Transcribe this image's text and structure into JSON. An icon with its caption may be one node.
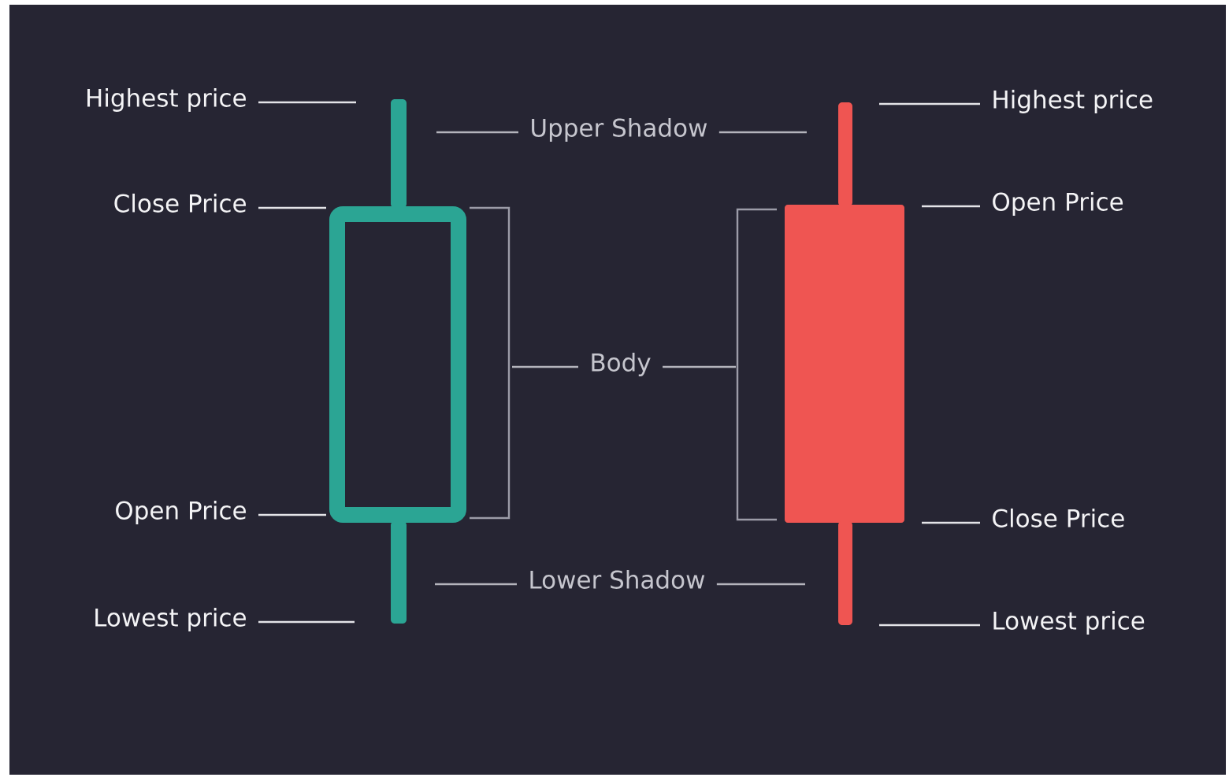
{
  "diagram": {
    "nodes": [
      {
        "text": [
          "Highest price"
        ]
      },
      {
        "text": [],
        "shape": "bar"
      },
      {
        "text": [
          "Upper Shadow"
        ]
      },
      {
        "text": [],
        "shape": "bar"
      },
      {
        "text": [
          "Highest price"
        ]
      },
      {
        "text": [
          "Close Price"
        ]
      },
      {
        "text": [],
        "shape": "box"
      },
      {
        "text": [],
        "shape": "bracket"
      },
      {
        "text": [
          "Body"
        ]
      },
      {
        "text": [],
        "shape": "bracket"
      },
      {
        "text": [],
        "shape": "box"
      },
      {
        "text": [
          "Open Price"
        ]
      },
      {
        "text": [
          "Open Price"
        ]
      },
      {
        "text": [
          "Close Price"
        ]
      },
      {
        "text": [],
        "shape": "bar"
      },
      {
        "text": [
          "Lower Shadow"
        ]
      },
      {
        "text": [],
        "shape": "bar"
      },
      {
        "text": [
          "Lowest price"
        ]
      },
      {
        "text": [
          "Lowest price"
        ]
      }
    ],
    "edges": [
      {
        "from": 0,
        "to": 1,
        "arrow": "none"
      },
      {
        "from": 2,
        "to": 1,
        "arrow": "none",
        "color": "#b4b4bc"
      },
      {
        "from": 2,
        "to": 3,
        "arrow": "none",
        "color": "#b4b4bc"
      },
      {
        "from": 4,
        "to": 3,
        "arrow": "none"
      },
      {
        "from": 5,
        "to": 6,
        "arrow": "none"
      },
      {
        "from": 8,
        "to": 7,
        "arrow": "none",
        "color": "#b4b4bc"
      },
      {
        "from": 8,
        "to": 9,
        "arrow": "none",
        "color": "#b4b4bc"
      },
      {
        "from": 11,
        "to": 10,
        "arrow": "none"
      },
      {
        "from": 12,
        "to": 6,
        "arrow": "none"
      },
      {
        "from": 13,
        "to": 10,
        "arrow": "none"
      },
      {
        "from": 15,
        "to": 14,
        "arrow": "none",
        "color": "#b4b4bc"
      },
      {
        "from": 15,
        "to": 16,
        "arrow": "none",
        "color": "#b4b4bc"
      },
      {
        "from": 17,
        "to": 14,
        "arrow": "none"
      },
      {
        "from": 18,
        "to": 16,
        "arrow": "none"
      }
    ]
  }
}
